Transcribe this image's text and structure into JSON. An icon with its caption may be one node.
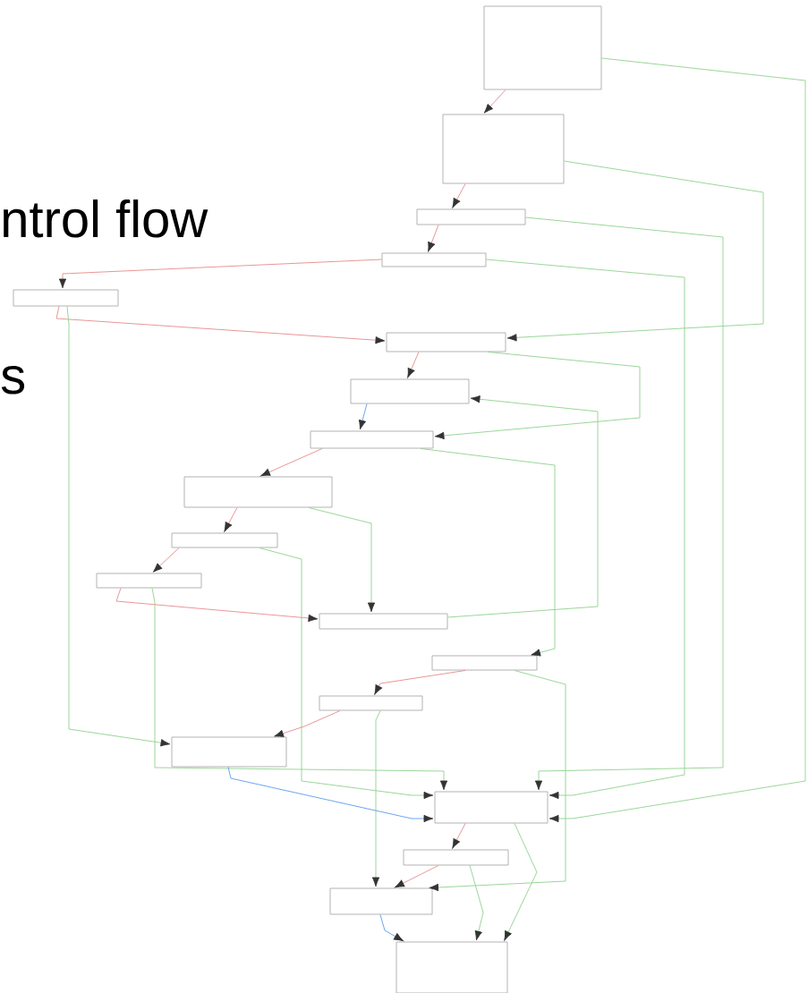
{
  "diagram": {
    "nodes": [
      {
        "text": [],
        "shape": "box"
      },
      {
        "text": [],
        "shape": "box"
      },
      {
        "text": [],
        "shape": "box"
      },
      {
        "text": [],
        "shape": "box"
      },
      {
        "text": [],
        "shape": "box"
      },
      {
        "text": [],
        "shape": "box"
      },
      {
        "text": [],
        "shape": "box"
      },
      {
        "text": [],
        "shape": "box"
      },
      {
        "text": [],
        "shape": "box"
      },
      {
        "text": [],
        "shape": "box"
      },
      {
        "text": [],
        "shape": "box"
      },
      {
        "text": [],
        "shape": "box"
      },
      {
        "text": [],
        "shape": "box"
      },
      {
        "text": [],
        "shape": "box"
      },
      {
        "text": [],
        "shape": "box"
      },
      {
        "text": [],
        "shape": "box"
      },
      {
        "text": [],
        "shape": "box"
      },
      {
        "text": [],
        "shape": "box"
      },
      {
        "text": [],
        "shape": "box"
      }
    ],
    "edges": [
      {
        "from": 0,
        "to": 1,
        "arrow": "to",
        "color": "#e88a8a"
      },
      {
        "from": 0,
        "to": 15,
        "arrow": "to"
      },
      {
        "from": 1,
        "to": 2,
        "arrow": "to",
        "color": "#e88a8a"
      },
      {
        "from": 1,
        "to": 5,
        "arrow": "to"
      },
      {
        "from": 2,
        "to": 3,
        "arrow": "to",
        "color": "#e88a8a"
      },
      {
        "from": 2,
        "to": 15,
        "arrow": "to"
      },
      {
        "from": 3,
        "to": 4,
        "arrow": "to",
        "color": "#e88a8a"
      },
      {
        "from": 3,
        "to": 15,
        "arrow": "to"
      },
      {
        "from": 4,
        "to": 5,
        "arrow": "to",
        "color": "#e88a8a"
      },
      {
        "from": 4,
        "to": 14,
        "arrow": "to"
      },
      {
        "from": 5,
        "to": 6,
        "arrow": "to",
        "color": "#e88a8a"
      },
      {
        "from": 5,
        "to": 7,
        "arrow": "to"
      },
      {
        "from": 6,
        "to": 7,
        "arrow": "to",
        "color": "#5b9bef"
      },
      {
        "from": 7,
        "to": 8,
        "arrow": "to",
        "color": "#e88a8a"
      },
      {
        "from": 7,
        "to": 12,
        "arrow": "to"
      },
      {
        "from": 8,
        "to": 9,
        "arrow": "to",
        "color": "#e88a8a"
      },
      {
        "from": 8,
        "to": 11,
        "arrow": "to"
      },
      {
        "from": 9,
        "to": 10,
        "arrow": "to",
        "color": "#e88a8a"
      },
      {
        "from": 9,
        "to": 15,
        "arrow": "to"
      },
      {
        "from": 10,
        "to": 11,
        "arrow": "to",
        "color": "#e88a8a"
      },
      {
        "from": 10,
        "to": 15,
        "arrow": "to"
      },
      {
        "from": 11,
        "to": 6,
        "arrow": "to"
      },
      {
        "from": 12,
        "to": 13,
        "arrow": "to",
        "color": "#e88a8a"
      },
      {
        "from": 12,
        "to": 17,
        "arrow": "to"
      },
      {
        "from": 13,
        "to": 14,
        "arrow": "to",
        "color": "#e88a8a"
      },
      {
        "from": 13,
        "to": 17,
        "arrow": "to"
      },
      {
        "from": 14,
        "to": 15,
        "arrow": "to",
        "color": "#5b9bef"
      },
      {
        "from": 15,
        "to": 16,
        "arrow": "to",
        "color": "#e88a8a"
      },
      {
        "from": 15,
        "to": 18,
        "arrow": "to"
      },
      {
        "from": 16,
        "to": 17,
        "arrow": "to",
        "color": "#e88a8a"
      },
      {
        "from": 16,
        "to": 18,
        "arrow": "to"
      },
      {
        "from": 17,
        "to": 18,
        "arrow": "to",
        "color": "#5b9bef"
      }
    ],
    "labels": [
      "ntrol flow",
      "s"
    ]
  }
}
